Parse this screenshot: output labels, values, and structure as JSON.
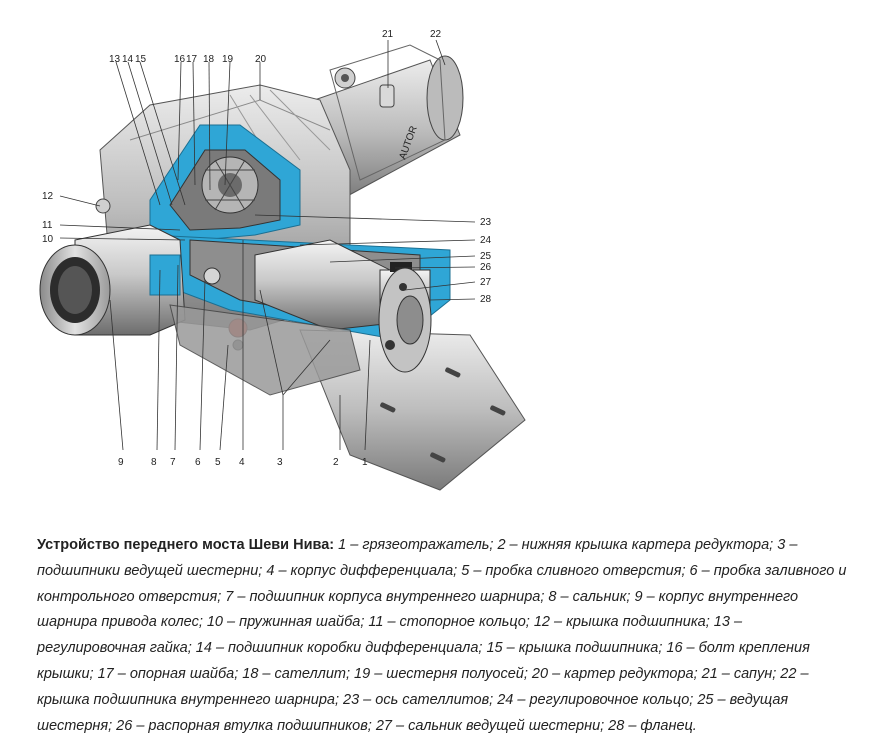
{
  "figure": {
    "callouts": [
      "1",
      "2",
      "3",
      "4",
      "5",
      "6",
      "7",
      "8",
      "9",
      "10",
      "11",
      "12",
      "13",
      "14",
      "15",
      "16",
      "17",
      "18",
      "19",
      "20",
      "21",
      "22",
      "23",
      "24",
      "25",
      "26",
      "27",
      "28"
    ],
    "engraving": "AUTOR"
  },
  "caption": {
    "title": "Устройство переднего моста Шеви Нива:",
    "body": " 1 – грязеотражатель; 2 – нижняя крышка картера редуктора; 3 – подшипники ведущей шестерни; 4 – корпус дифференциала; 5 – пробка сливного отверстия; 6 – пробка заливного и контрольного отверстия; 7 – подшипник корпуса внутреннего шарнира; 8 – сальник; 9 – корпус внутреннего шарнира привода колес; 10 – пружинная шайба; 11 – стопорное кольцо; 12 – крышка подшипника; 13 – регулировочная гайка; 14 – подшипник коробки дифференциала; 15 – крышка подшипника; 16 – болт крепления крышки; 17 – опорная шайба; 18 – сателлит; 19 – шестерня полуосей; 20 – картер редуктора; 21 – сапун; 22 – крышка подшипника внутреннего шарнира; 23 – ось сателлитов; 24 – регулировочное кольцо; 25 – ведущая шестерня; 26 – распорная втулка подшипников; 27 – сальник ведущей шестерни; 28 – фланец."
  },
  "colors": {
    "cutaway": "#2fa6d6",
    "metal_light": "#d4d4d4",
    "metal_mid": "#a9a9a9",
    "metal_dark": "#555555",
    "plug_red": "#c8321e"
  }
}
